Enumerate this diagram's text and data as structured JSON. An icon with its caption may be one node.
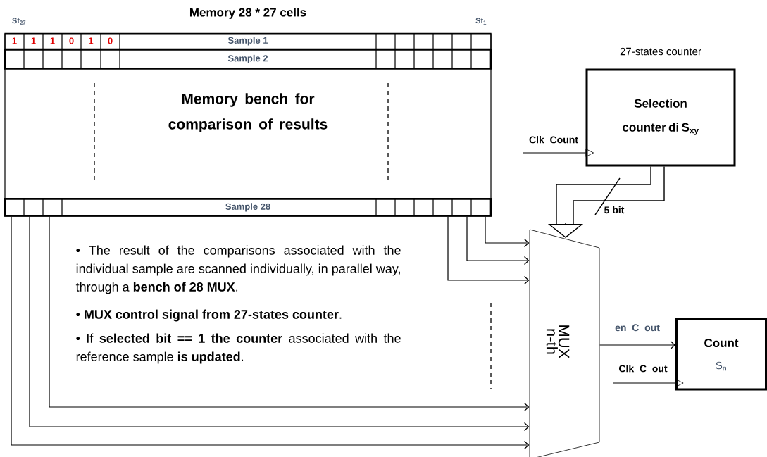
{
  "diagram": {
    "nodes": [
      {
        "text": [
          "Memory 28 * 27 cells",
          "Memory bench for comparison of results"
        ]
      },
      {
        "text": [
          "Sample 1"
        ],
        "in": 0
      },
      {
        "text": [
          "Sample 2"
        ],
        "in": 0
      },
      {
        "text": [
          "Sample 28"
        ],
        "in": 0
      },
      {
        "text": [
          "27-states counter",
          "Selection counter di S$_{xy}$"
        ]
      },
      {
        "text": [
          "MUX n-th"
        ]
      },
      {
        "text": [
          "Count",
          "S$_{n}$"
        ]
      }
    ],
    "edges": [
      {
        "from": 3,
        "to": 5,
        "arrow": "to"
      },
      {
        "from": 3,
        "to": 5,
        "arrow": "to"
      },
      {
        "from": 3,
        "to": 5,
        "arrow": "to"
      },
      {
        "from": 3,
        "to": 5,
        "arrow": "to"
      },
      {
        "from": 3,
        "to": 5,
        "arrow": "to"
      },
      {
        "from": 3,
        "to": 5,
        "arrow": "to"
      },
      {
        "from": 4,
        "to": 5,
        "arrow": "to",
        "label": "5 bit"
      },
      {
        "from": null,
        "to": 4,
        "arrow": "to",
        "label": "Clk_Count"
      },
      {
        "from": 5,
        "to": 6,
        "arrow": "to",
        "label": "en_C_out"
      },
      {
        "from": null,
        "to": 6,
        "arrow": "to",
        "label": "Clk_C_out"
      }
    ],
    "labels": [
      "St$_{27}$",
      "St$_{1}$",
      "1",
      "1",
      "1",
      "0",
      "1",
      "0",
      "• The result of the comparisons associated with the individual sample are scanned individually, in parallel way, through a **bench of 28 MUX**.",
      "• **MUX control signal from 27-states counter**.",
      "• If **selected bit == 1 the counter** associated with the reference sample **is updated**."
    ]
  }
}
